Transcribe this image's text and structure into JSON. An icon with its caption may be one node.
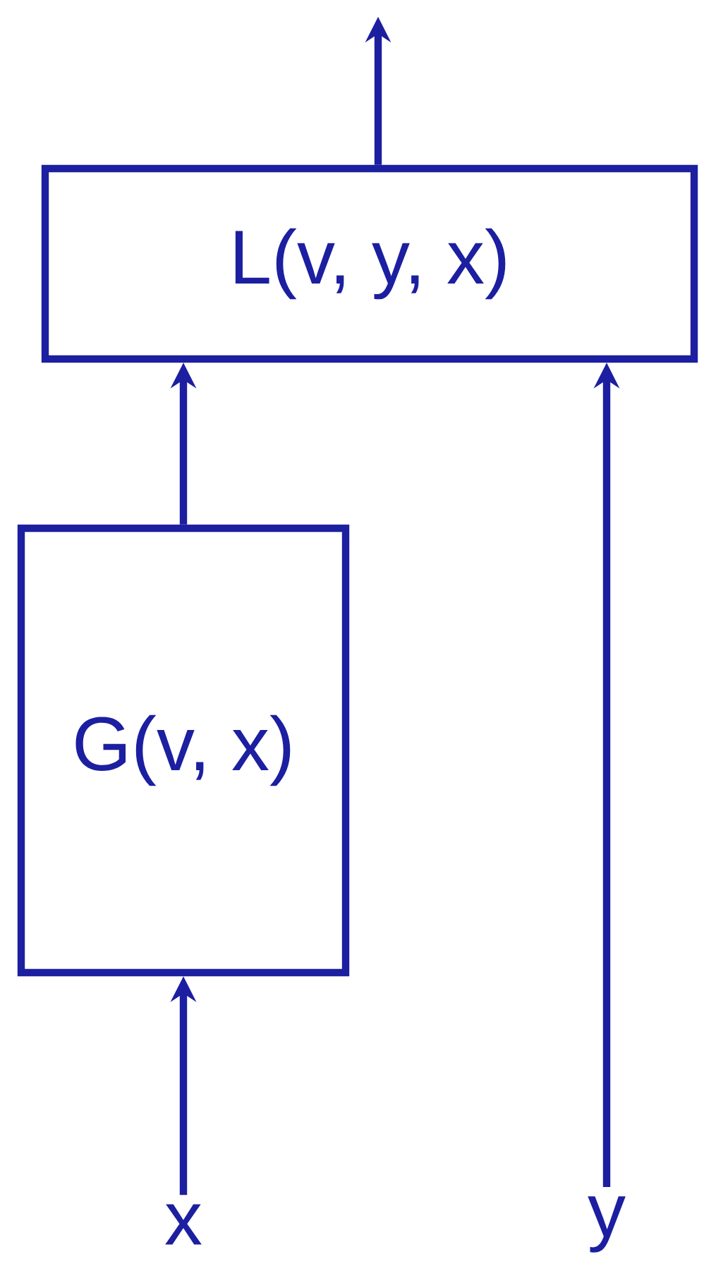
{
  "diagram": {
    "nodes": [
      {
        "text": [
          "L(v, y, x)"
        ]
      },
      {
        "text": [
          "G(v, x)"
        ]
      },
      {
        "text": [
          "x"
        ]
      },
      {
        "text": [
          "y"
        ]
      }
    ],
    "edges": [
      {
        "from": 0,
        "to": null,
        "arrow": "to"
      },
      {
        "from": 1,
        "to": 0,
        "arrow": "to"
      },
      {
        "from": 2,
        "to": 1,
        "arrow": "to"
      },
      {
        "from": 3,
        "to": 0,
        "arrow": "to"
      }
    ]
  }
}
